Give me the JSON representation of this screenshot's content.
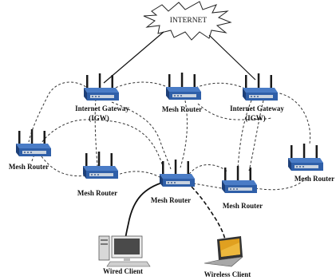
{
  "colors": {
    "router_body": "#2f5fa8",
    "router_body_dark": "#1d3f78",
    "router_face": "#c9d3df",
    "link_dashed": "#333333",
    "link_solid": "#111111",
    "laptop_screen": "#e0a020"
  },
  "diagram": {
    "cloud_label": "INTERNET",
    "nodes": [
      {
        "id": "igw-left",
        "label_line1": "Internet Gateway",
        "label_line2": "(IGW)",
        "icon": "wireless-router-icon"
      },
      {
        "id": "mesh-top-center",
        "label_line1": "Mesh Router",
        "icon": "wireless-router-icon"
      },
      {
        "id": "igw-right",
        "label_line1": "Internet Gateway",
        "label_line2": "(IGW)",
        "icon": "wireless-router-icon"
      },
      {
        "id": "mesh-left",
        "label_line1": "Mesh Router",
        "icon": "wireless-router-icon"
      },
      {
        "id": "mesh-left-mid",
        "label_line1": "Mesh Router",
        "icon": "wireless-router-icon"
      },
      {
        "id": "mesh-center",
        "label_line1": "Mesh Router",
        "icon": "wireless-router-icon"
      },
      {
        "id": "mesh-right-mid",
        "label_line1": "Mesh Router",
        "icon": "wireless-router-icon"
      },
      {
        "id": "mesh-right",
        "label_line1": "Mesh Router",
        "icon": "wireless-router-icon"
      }
    ],
    "clients": [
      {
        "id": "wired-client",
        "label": "Wired Client",
        "icon": "desktop-computer-icon"
      },
      {
        "id": "wireless-client",
        "label": "Wireless Client",
        "icon": "laptop-icon"
      }
    ]
  }
}
